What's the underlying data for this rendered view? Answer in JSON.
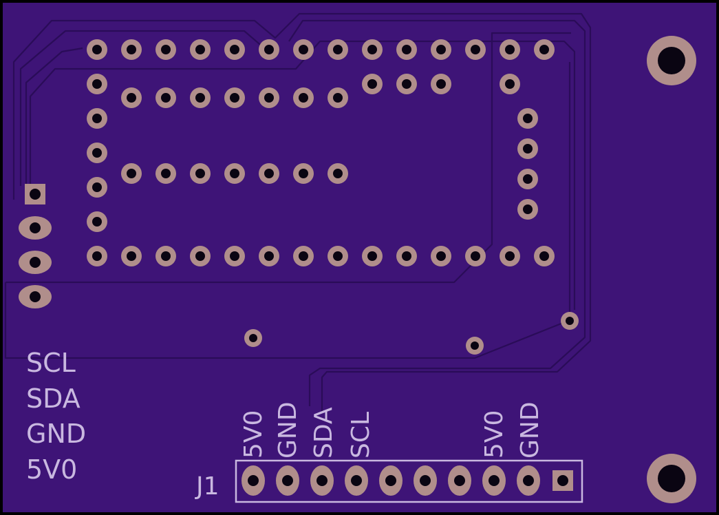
{
  "board": {
    "colors": {
      "background": "#000000",
      "substrate": "#3e1477",
      "trace": "#2d0f5e",
      "trace_edge": "#5a2c9a",
      "copper": "#b08e8b",
      "hole": "#0a0512",
      "silkscreen": "#c9b8e0"
    },
    "side_labels": [
      "SCL",
      "SDA",
      "GND",
      "5V0"
    ],
    "connector": {
      "ref": "J1",
      "pin_labels": [
        "5V0",
        "GND",
        "SDA",
        "SCL",
        "5V0",
        "GND"
      ]
    }
  }
}
